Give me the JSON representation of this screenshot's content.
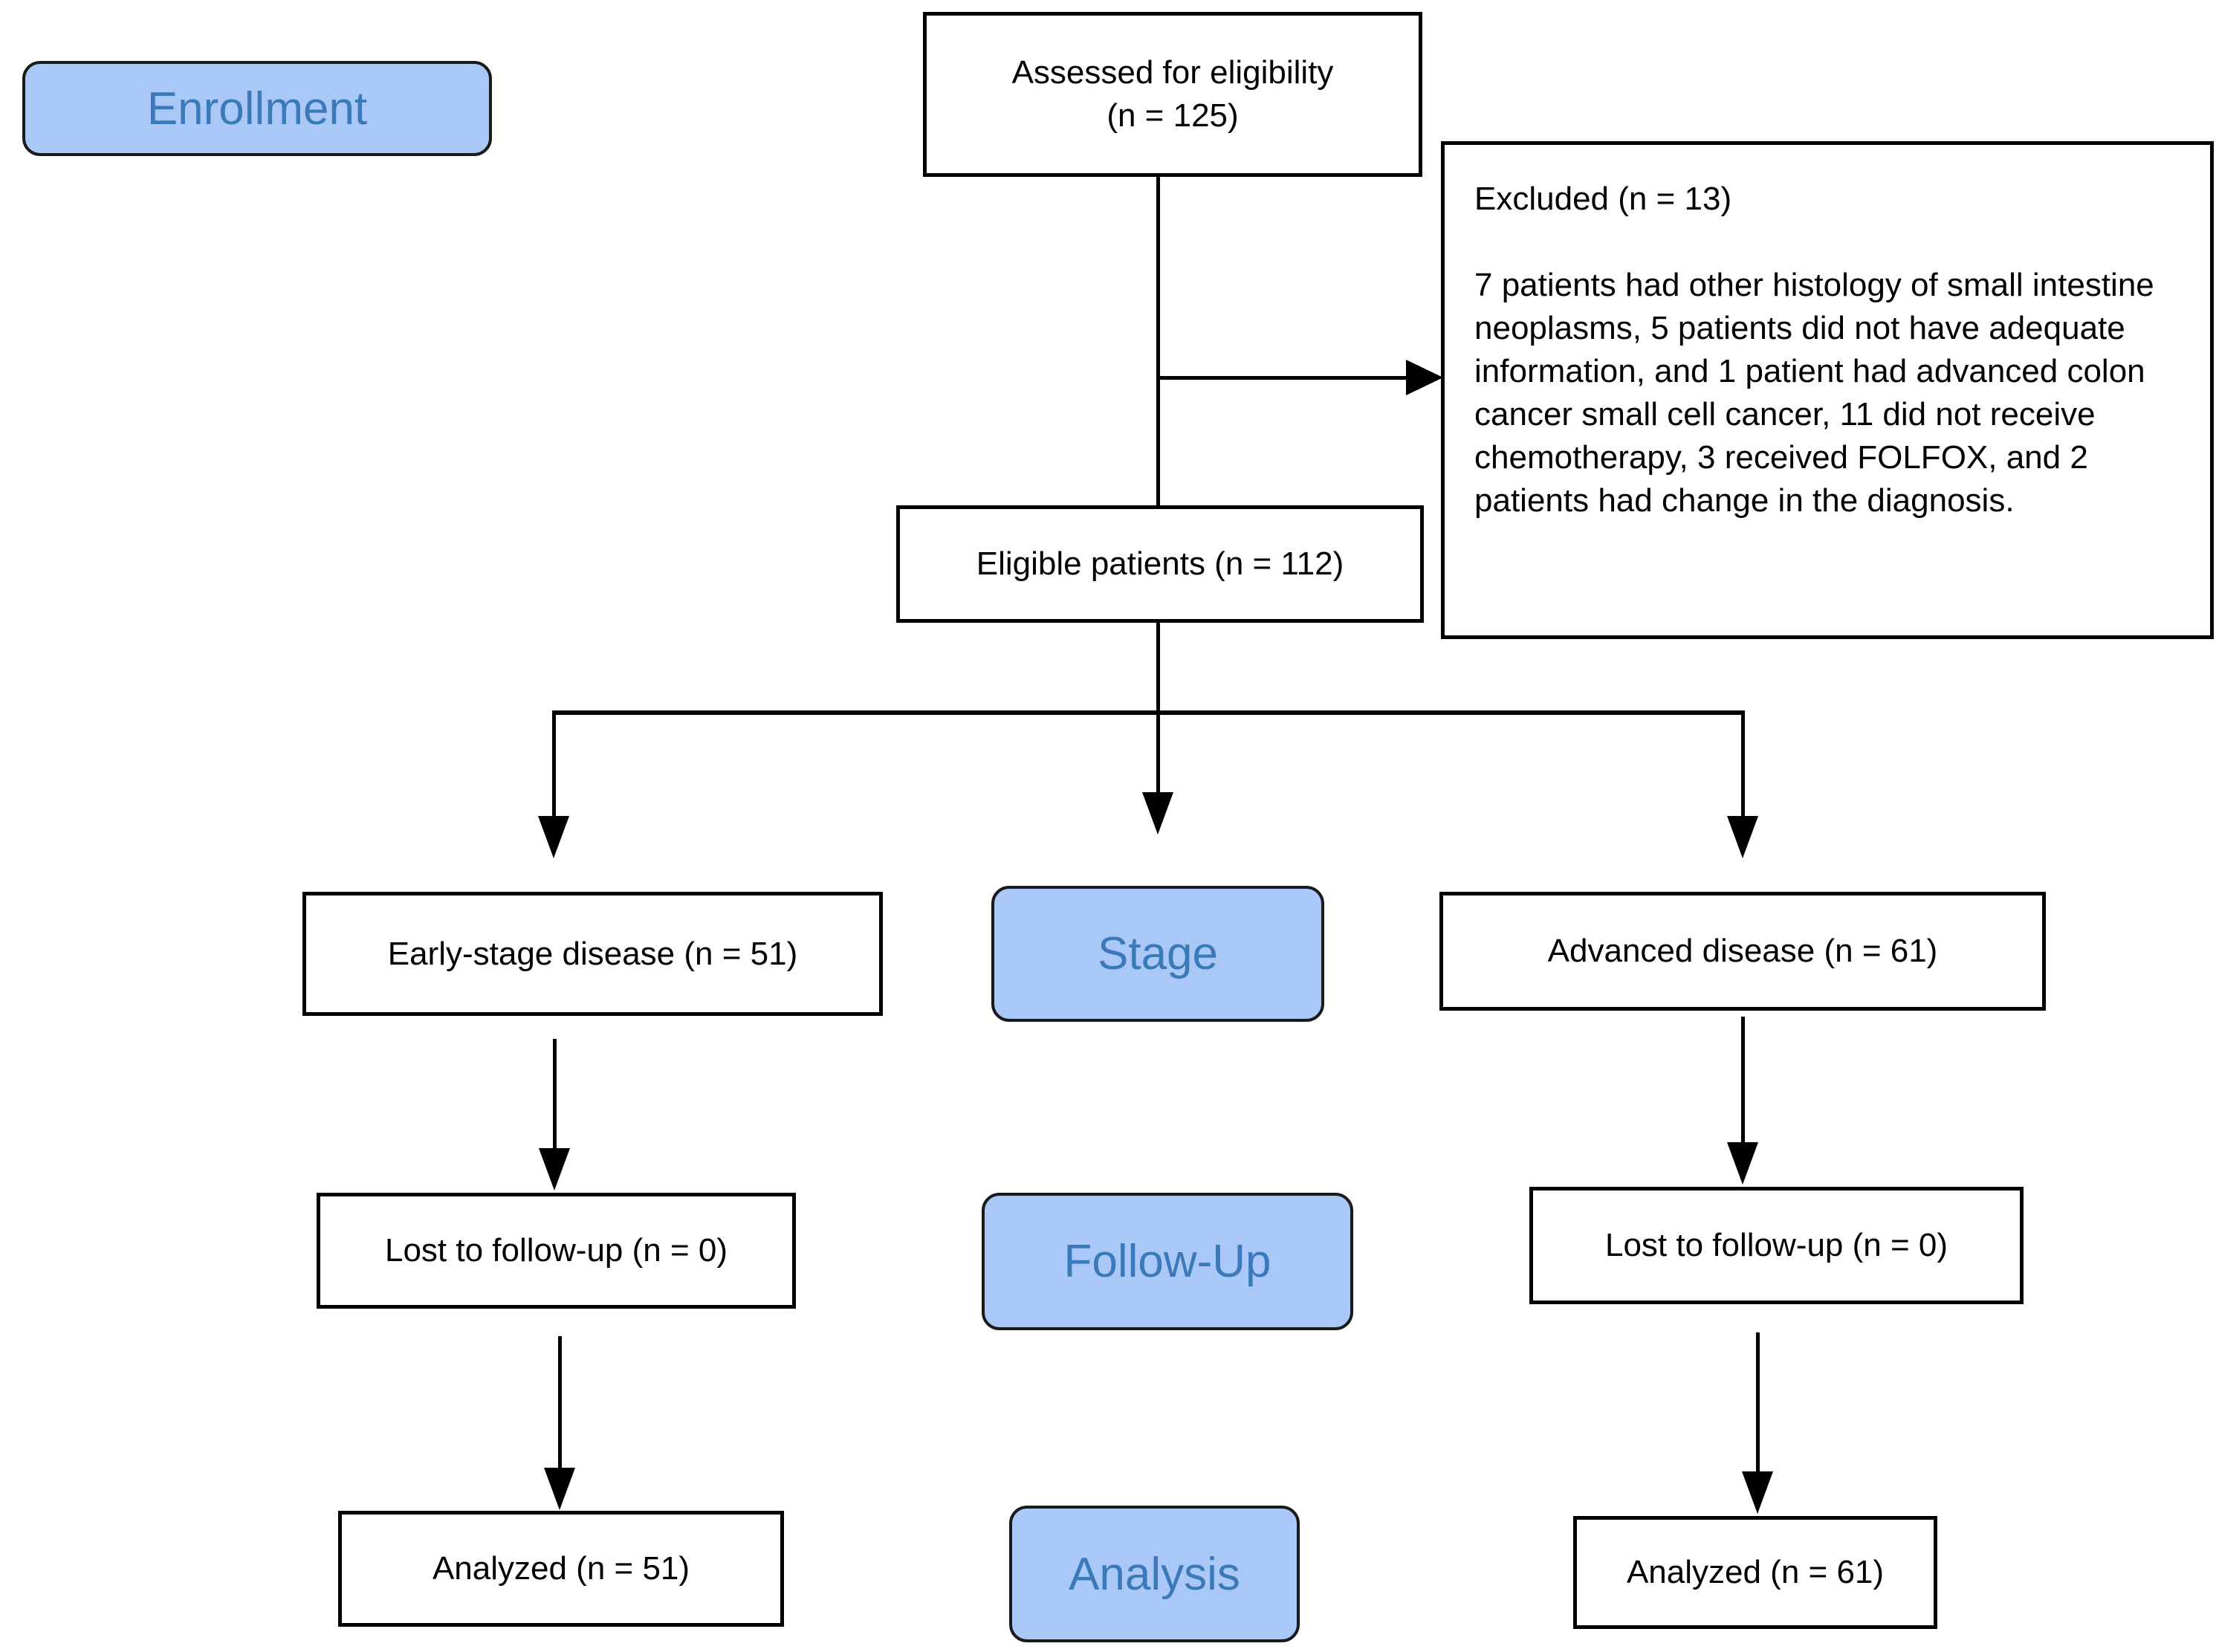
{
  "phases": {
    "enrollment": "Enrollment",
    "stage": "Stage",
    "followup": "Follow-Up",
    "analysis": "Analysis"
  },
  "boxes": {
    "assessed": {
      "line1": "Assessed for eligibility",
      "line2": "(n = 125)"
    },
    "excluded": {
      "title": "Excluded (n = 13)",
      "body": "7 patients had other histology of small intestine neoplasms, 5 patients did not have adequate information, and 1 patient had advanced colon cancer small cell cancer, 11 did not receive chemotherapy, 3 received FOLFOX, and 2 patients had change in the diagnosis."
    },
    "eligible": "Eligible patients (n = 112)",
    "early_stage": "Early-stage disease (n = 51)",
    "advanced": "Advanced disease (n = 61)",
    "lost_left": "Lost to follow-up (n = 0)",
    "lost_right": "Lost to follow-up (n = 0)",
    "analyzed_left": "Analyzed (n = 51)",
    "analyzed_right": "Analyzed (n = 61)"
  },
  "colors": {
    "phase_fill": "#aac8f7",
    "phase_text": "#3b7ab8",
    "box_border": "#000000",
    "connector": "#000000"
  }
}
